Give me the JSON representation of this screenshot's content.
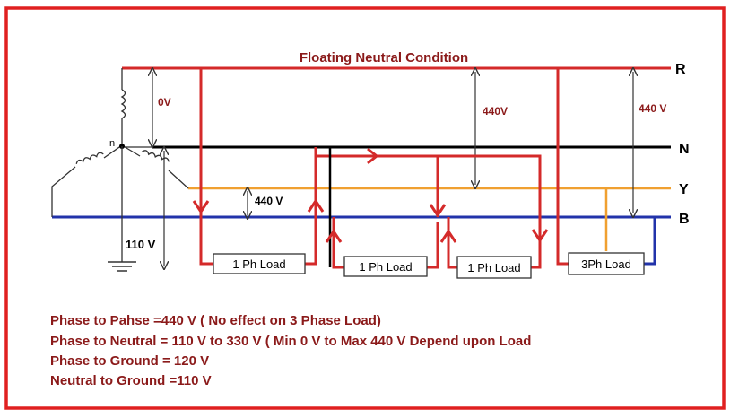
{
  "title": "Floating Neutral Condition",
  "lines": {
    "r": "R",
    "n": "N",
    "y": "Y",
    "b": "B"
  },
  "neutral_point": "n",
  "voltages": {
    "v0": "0V",
    "v440_ry": "440V",
    "v440_right": "440 V",
    "v440_yb": "440 V",
    "v110": "110 V"
  },
  "loads": {
    "load1": "1 Ph Load",
    "load2": "1 Ph Load",
    "load3": "1 Ph Load",
    "load4": "3Ph Load"
  },
  "notes": [
    "Phase to Pahse =440 V ( No effect on 3 Phase Load)",
    "Phase to Neutral = 110 V to 330 V ( Min 0 V to Max 440 V Depend upon Load",
    "Phase to Ground = 120 V",
    "Neutral to Ground =110 V"
  ],
  "colors": {
    "border": "#e02020",
    "phase_r": "#d42a2a",
    "neutral": "#000000",
    "phase_y": "#f0a030",
    "phase_b": "#2233aa",
    "text_red": "#8b1a1a"
  }
}
